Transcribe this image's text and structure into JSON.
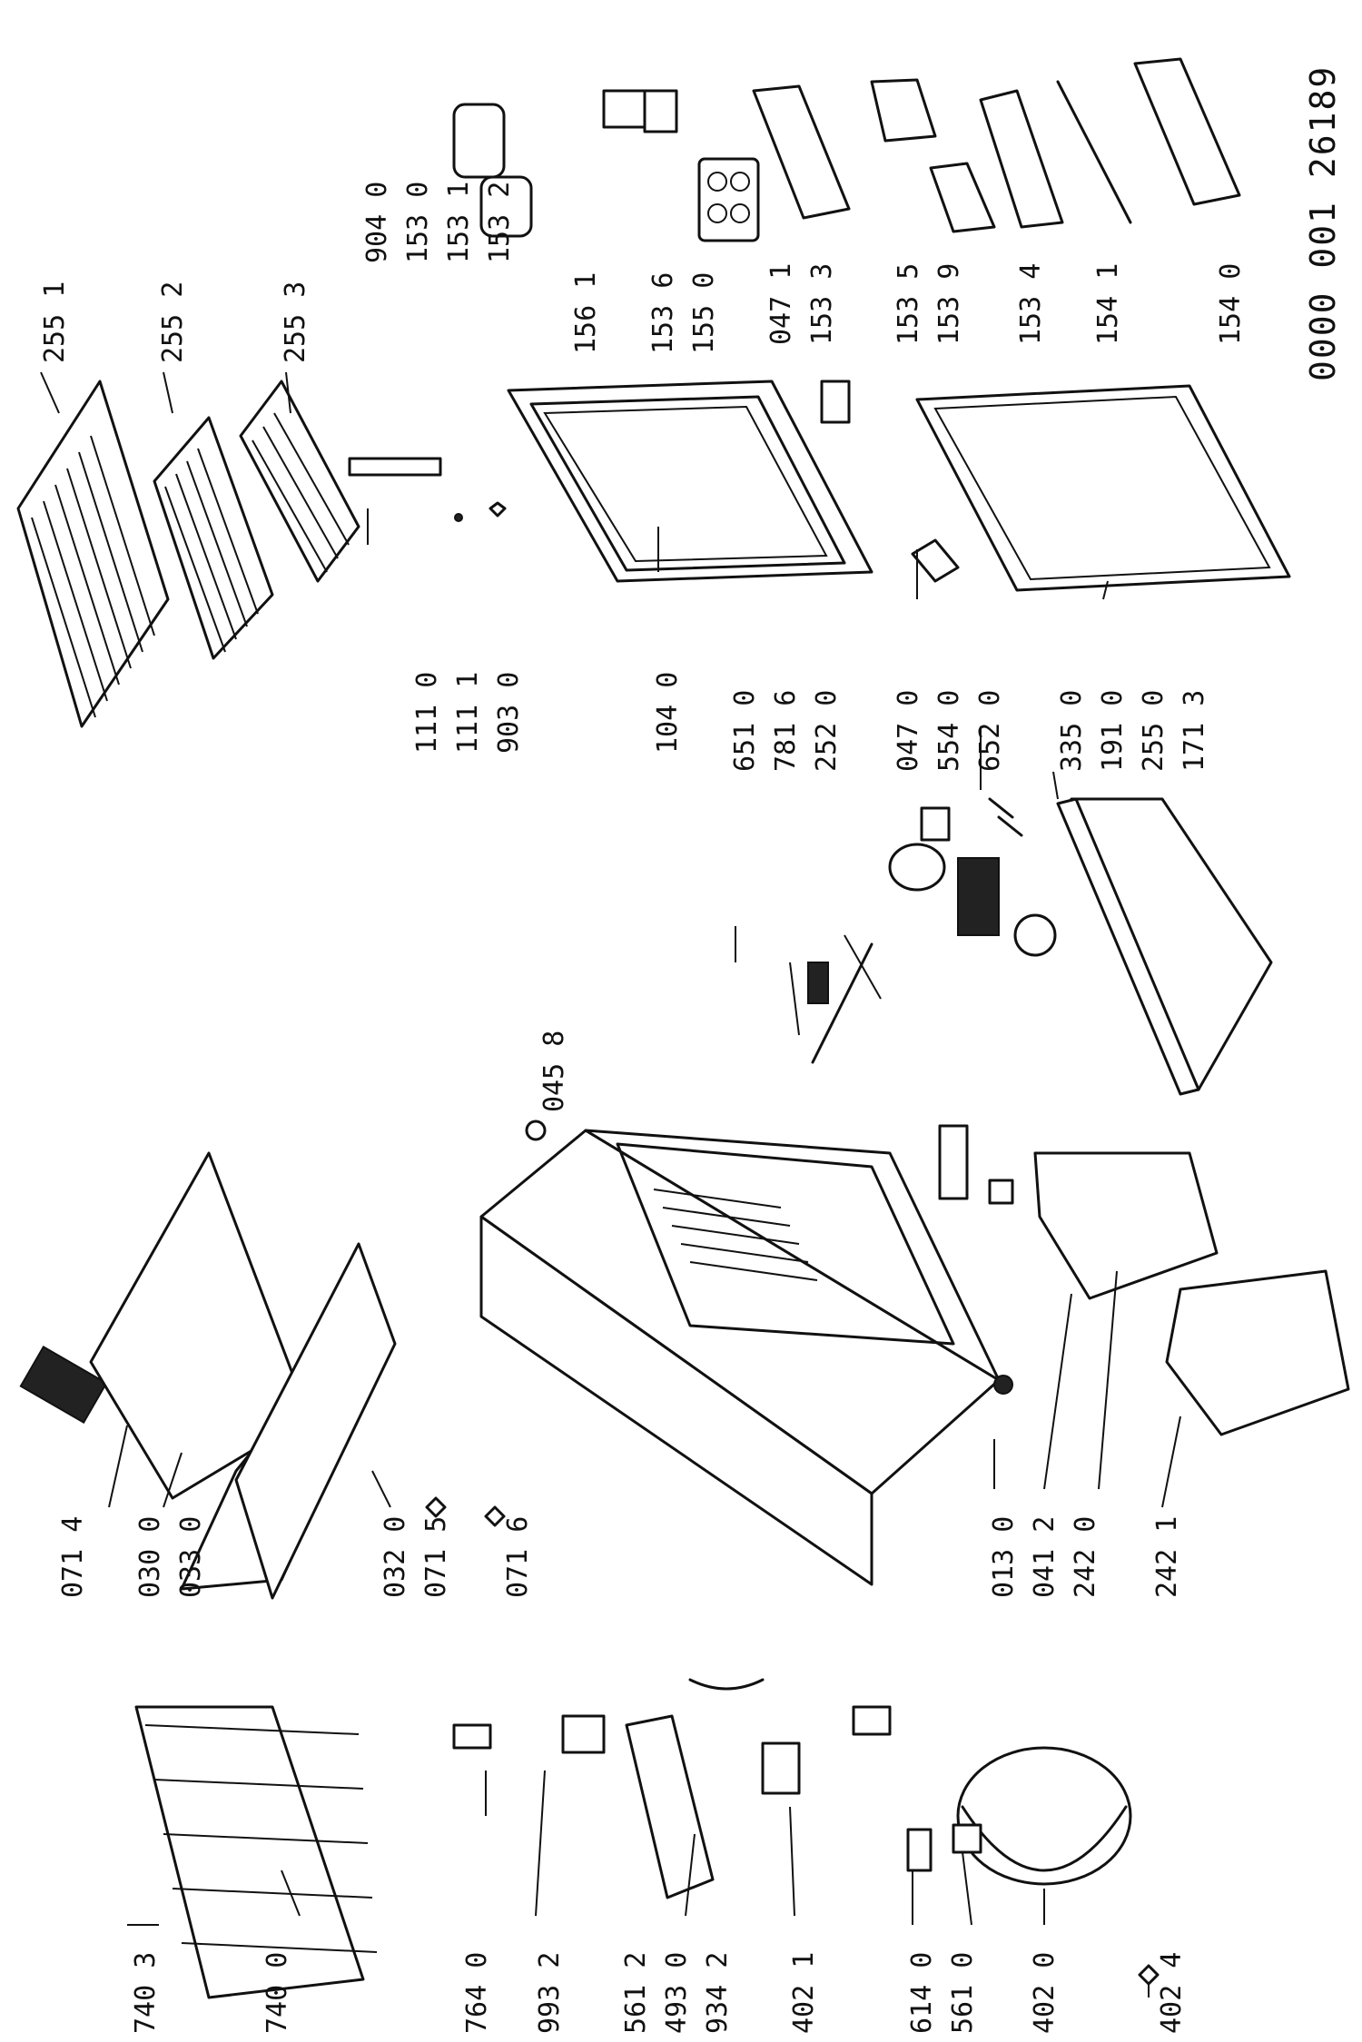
{
  "document_number": "0000 001 26189",
  "part_labels": [
    {
      "code": "255 1"
    },
    {
      "code": "255 2"
    },
    {
      "code": "255 3"
    },
    {
      "code": "904 0"
    },
    {
      "code": "153 0"
    },
    {
      "code": "153 1"
    },
    {
      "code": "153 2"
    },
    {
      "code": "156 1"
    },
    {
      "code": "153 6"
    },
    {
      "code": "155 0"
    },
    {
      "code": "047 1"
    },
    {
      "code": "153 3"
    },
    {
      "code": "153 5"
    },
    {
      "code": "153 9"
    },
    {
      "code": "153 4"
    },
    {
      "code": "154 1"
    },
    {
      "code": "154 0"
    },
    {
      "code": "111 0"
    },
    {
      "code": "111 1"
    },
    {
      "code": "903 0"
    },
    {
      "code": "104 0"
    },
    {
      "code": "651 0"
    },
    {
      "code": "781 6"
    },
    {
      "code": "252 0"
    },
    {
      "code": "047 0"
    },
    {
      "code": "554 0"
    },
    {
      "code": "652 0"
    },
    {
      "code": "335 0"
    },
    {
      "code": "191 0"
    },
    {
      "code": "255 0"
    },
    {
      "code": "171 3"
    },
    {
      "code": "045 8"
    },
    {
      "code": "071 4"
    },
    {
      "code": "030 0"
    },
    {
      "code": "033 0"
    },
    {
      "code": "032 0"
    },
    {
      "code": "071 5"
    },
    {
      "code": "071 6"
    },
    {
      "code": "013 0"
    },
    {
      "code": "041 2"
    },
    {
      "code": "242 0"
    },
    {
      "code": "242 1"
    },
    {
      "code": "740 3"
    },
    {
      "code": "740 0"
    },
    {
      "code": "764 0"
    },
    {
      "code": "993 2"
    },
    {
      "code": "561 2"
    },
    {
      "code": "493 0"
    },
    {
      "code": "934 2"
    },
    {
      "code": "402 1"
    },
    {
      "code": "614 0"
    },
    {
      "code": "561 0"
    },
    {
      "code": "402 0"
    },
    {
      "code": "402 4"
    }
  ]
}
